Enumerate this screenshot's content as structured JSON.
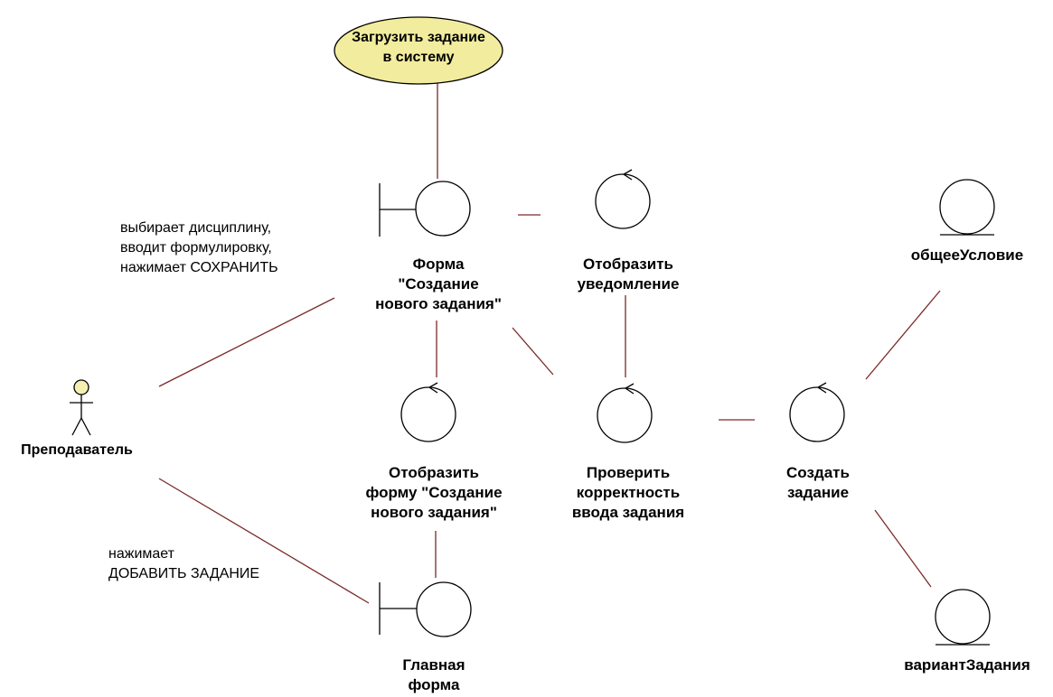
{
  "use_case": {
    "label": "Загрузить задание\nв систему"
  },
  "actor": {
    "label": "Преподаватель"
  },
  "boundaries": {
    "form_create": {
      "label": "Форма\n\"Создание\nнового задания\""
    },
    "main_form": {
      "label": "Главная\nформа"
    }
  },
  "controls": {
    "show_notification": {
      "label": "Отобразить\nуведомление"
    },
    "show_create_form": {
      "label": "Отобразить\nформу \"Создание\nнового задания\""
    },
    "check_input": {
      "label": "Проверить\nкорректность\nввода задания"
    },
    "create_task": {
      "label": "Создать\nзадание"
    }
  },
  "entities": {
    "general_condition": {
      "label": "общееУсловие"
    },
    "task_variant": {
      "label": "вариантЗадания"
    }
  },
  "notes": {
    "select_discipline": "выбирает дисциплину,\nвводит формулировку,\nнажимает СОХРАНИТЬ",
    "add_task": "нажимает\nДОБАВИТЬ ЗАДАНИЕ"
  },
  "colors": {
    "use_case_fill": "#f2ec9e",
    "actor_head_fill": "#f5f0b0",
    "line": "#7a2a2a"
  }
}
